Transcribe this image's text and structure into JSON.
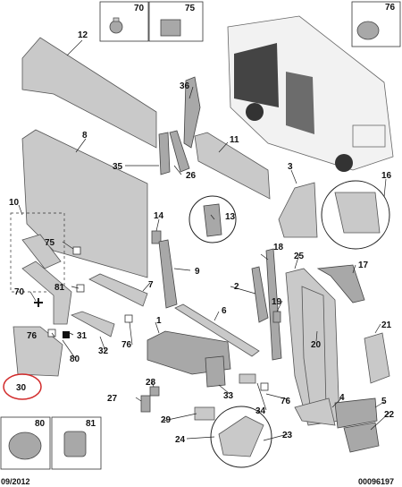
{
  "callouts": [
    "70",
    "75",
    "76",
    "12",
    "36",
    "8",
    "11",
    "35",
    "26",
    "3",
    "16",
    "13",
    "14",
    "10",
    "75",
    "9",
    "18",
    "25",
    "17",
    "81",
    "7",
    "2",
    "19",
    "70",
    "6",
    "31",
    "76",
    "32",
    "76",
    "1",
    "20",
    "21",
    "80",
    "30",
    "28",
    "33",
    "34",
    "76",
    "27",
    "29",
    "5",
    "4",
    "22",
    "24",
    "23",
    "80",
    "81"
  ],
  "footer": {
    "date": "09/2012",
    "ref": "00096197"
  },
  "highlight": {
    "part": "30",
    "color": "#d22b2b"
  }
}
